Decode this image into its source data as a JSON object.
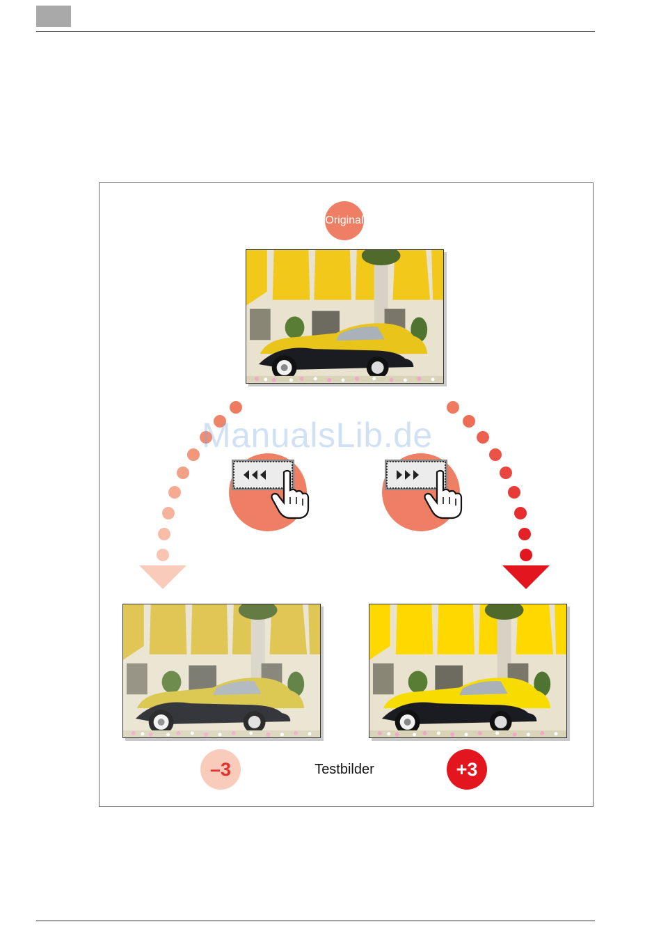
{
  "badges": {
    "original": "Original",
    "minus": "–3",
    "plus": "+3"
  },
  "caption": "Testbilder",
  "watermark": "ManualsLib.de",
  "colors": {
    "accent": "#ef7f64",
    "light": "#f9cbbb",
    "red": "#e3151e",
    "awning": "#f4c400"
  },
  "buttons": {
    "decrease_icon": "triple-left-arrow-icon",
    "increase_icon": "triple-right-arrow-icon"
  },
  "photos": {
    "variant": [
      "original",
      "lighter",
      "stronger"
    ]
  }
}
